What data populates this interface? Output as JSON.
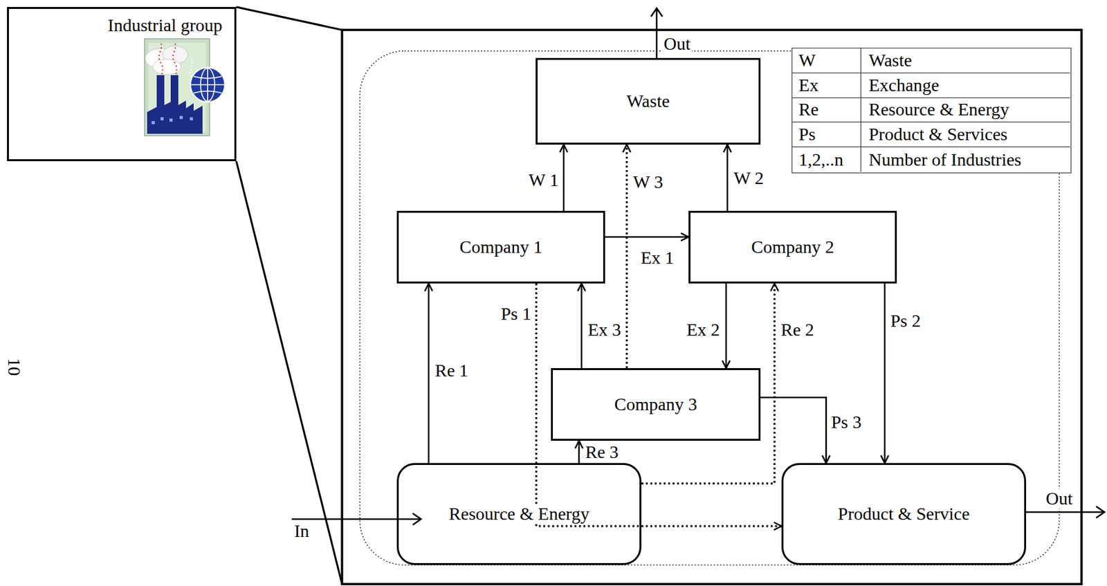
{
  "diagram": {
    "nodes": [
      {
        "text": [
          "Industrial group"
        ]
      },
      {
        "text": [
          "Waste"
        ]
      },
      {
        "text": [
          "Company 1"
        ]
      },
      {
        "text": [
          "Company 2"
        ]
      },
      {
        "text": [
          "Company 3"
        ]
      },
      {
        "text": [
          "Resource & Energy"
        ]
      },
      {
        "text": [
          "Product & Service"
        ]
      }
    ],
    "edges": [
      {
        "from": 2,
        "to": 1,
        "label": "W 1",
        "arrow": "to"
      },
      {
        "from": 4,
        "to": 1,
        "label": "W 3",
        "arrow": "to"
      },
      {
        "from": 3,
        "to": 1,
        "label": "W 2",
        "arrow": "to"
      },
      {
        "from": 2,
        "to": 3,
        "label": "Ex 1",
        "arrow": "to"
      },
      {
        "from": 2,
        "to": 6,
        "label": "Ps 1",
        "arrow": "to"
      },
      {
        "from": 4,
        "to": 2,
        "label": "Ex 3",
        "arrow": "to"
      },
      {
        "from": 3,
        "to": 4,
        "label": "Ex 2",
        "arrow": "to"
      },
      {
        "from": 5,
        "to": 3,
        "label": "Re 2",
        "arrow": "to"
      },
      {
        "from": 3,
        "to": 6,
        "label": "Ps 2",
        "arrow": "to"
      },
      {
        "from": 5,
        "to": 2,
        "label": "Re 1",
        "arrow": "to"
      },
      {
        "from": 4,
        "to": 6,
        "label": "Ps 3",
        "arrow": "to"
      },
      {
        "from": 5,
        "to": 4,
        "label": "Re 3",
        "arrow": "to"
      }
    ],
    "labels": [
      "Out",
      "Out",
      "In",
      "10",
      "W",
      "Waste",
      "Ex",
      "Exchange",
      "Re",
      "Resource & Energy",
      "Ps",
      "Product & Services",
      "1,2,..n",
      "Number of Industries"
    ]
  }
}
